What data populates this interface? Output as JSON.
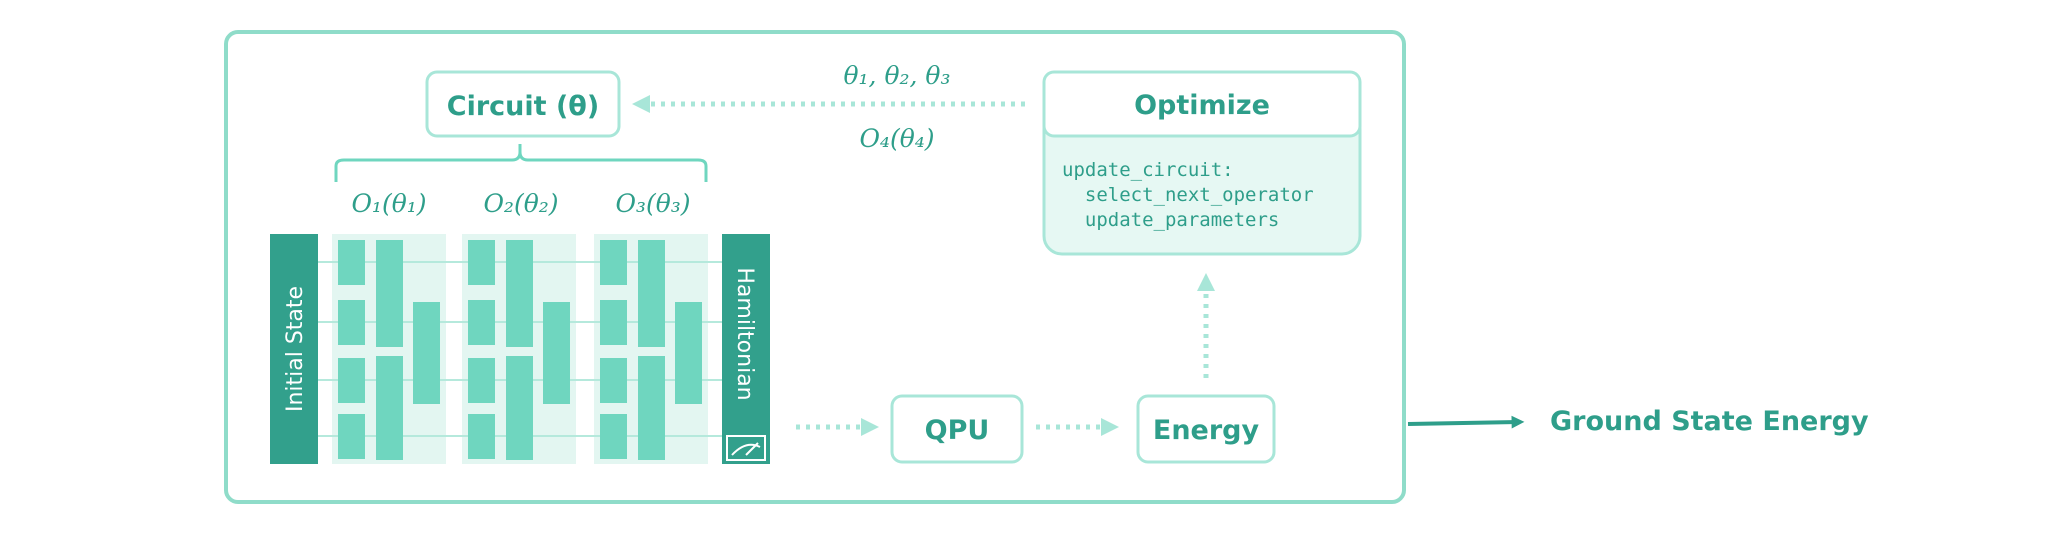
{
  "circuit_box": {
    "label": "Circuit (θ)"
  },
  "params_top": "θ₁, θ₂, θ₃",
  "params_bottom": "O₄(θ₄)",
  "optimize": {
    "title": "Optimize",
    "code": [
      "update_circuit:",
      "  select_next_operator",
      "  update_parameters"
    ]
  },
  "operators": [
    "O₁(θ₁)",
    "O₂(θ₂)",
    "O₃(θ₃)"
  ],
  "initial_state": "Initial State",
  "hamiltonian": "Hamiltonian",
  "meter_icon": "gauge-icon",
  "qpu": "QPU",
  "energy": "Energy",
  "output": "Ground State Energy",
  "colors": {
    "primary": "#2e9e8a",
    "teal_dark": "#32a08c",
    "block": "#6fd6bf",
    "block_bg": "#e3f6f1",
    "border": "#8fdcc9",
    "arrow": "#a8e6d8",
    "optimize_fill": "#e6f8f3"
  }
}
